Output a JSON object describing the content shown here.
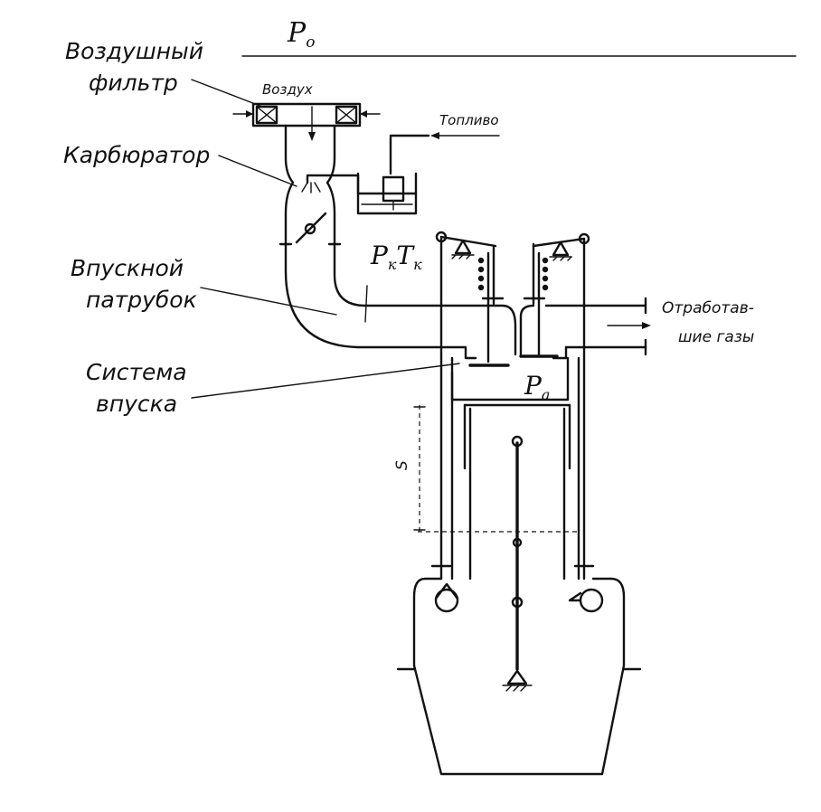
{
  "labels": {
    "p0": "P",
    "p0_sub": "o",
    "air_filter_line1": "Воздушный",
    "air_filter_line2": "фильтр",
    "air": "Воздух",
    "fuel": "Топливо",
    "carburetor": "Карбюратор",
    "intake_pipe_line1": "Впускной",
    "intake_pipe_line2": "патрубок",
    "pk": "P",
    "pk_sub": "к",
    "tk": "T",
    "tk_sub": "к",
    "intake_system_line1": "Система",
    "intake_system_line2": "впуска",
    "exhaust_line1": "Отработав-",
    "exhaust_line2": "шие газы",
    "pa": "P",
    "pa_sub": "a",
    "stroke": "S"
  }
}
